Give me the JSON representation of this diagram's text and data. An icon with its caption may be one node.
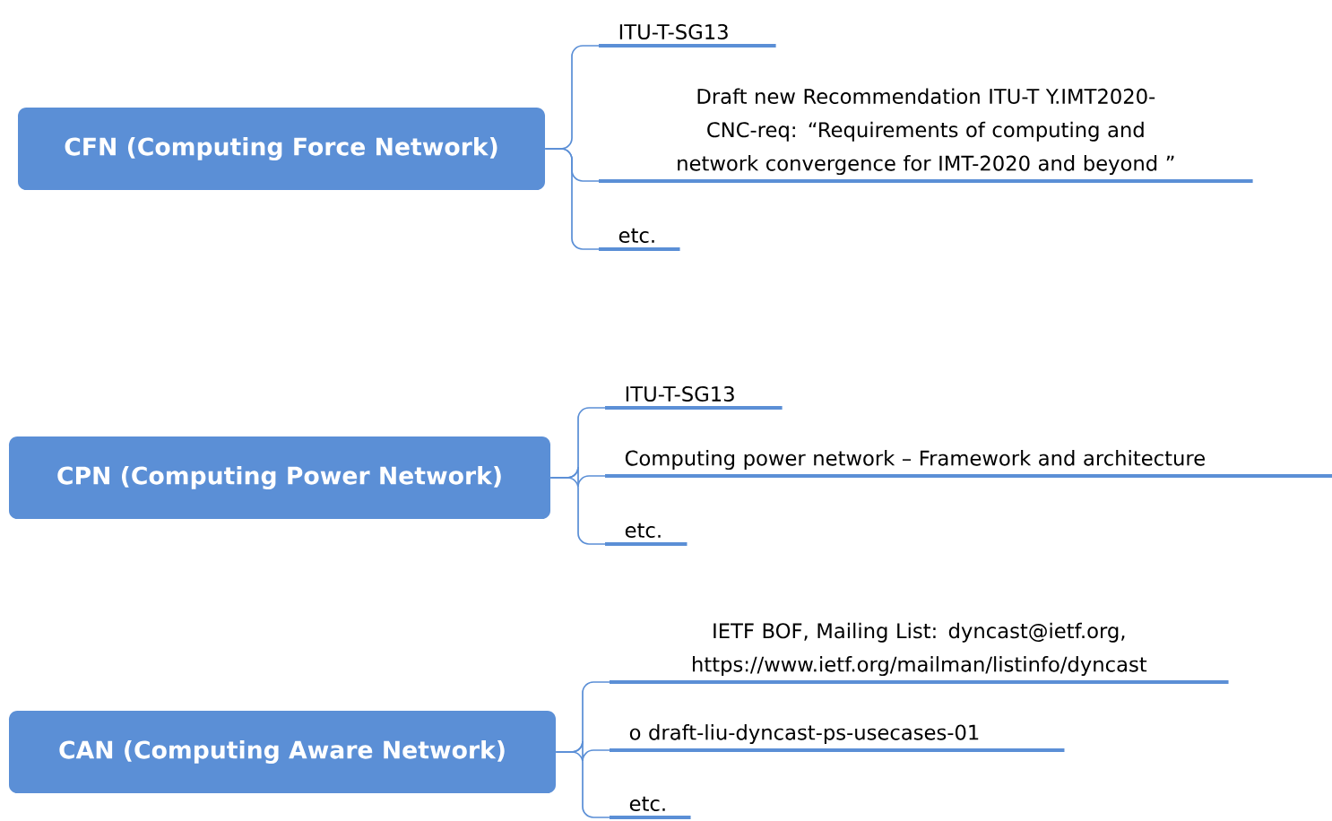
{
  "diagram": {
    "nodes": [
      {
        "text": [
          "CFN (Computing Force Network)"
        ]
      },
      {
        "text": [
          "ITU-T-SG13"
        ]
      },
      {
        "text": [
          "Draft new Recommendation ITU-T Y.IMT2020-CNC-req:  “Requirements of computing and network convergence for IMT-2020 and beyond ”"
        ]
      },
      {
        "text": [
          "etc."
        ]
      },
      {
        "text": [
          "CPN (Computing Power Network)"
        ]
      },
      {
        "text": [
          "ITU-T-SG13"
        ]
      },
      {
        "text": [
          "Computing power network – Framework and architecture"
        ]
      },
      {
        "text": [
          "etc."
        ]
      },
      {
        "text": [
          "CAN (Computing Aware Network)"
        ]
      },
      {
        "text": [
          "IETF BOF,  Mailing List: dyncast@ietf.org, https://www.ietf.org/mailman/listinfo/dyncast"
        ]
      },
      {
        "text": [
          "o draft-liu-dyncast-ps-usecases-01"
        ]
      },
      {
        "text": [
          "etc."
        ]
      }
    ],
    "edges": [
      {
        "from": 0,
        "to": 1,
        "arrow": "none"
      },
      {
        "from": 0,
        "to": 2,
        "arrow": "none"
      },
      {
        "from": 0,
        "to": 3,
        "arrow": "none"
      },
      {
        "from": 4,
        "to": 5,
        "arrow": "none"
      },
      {
        "from": 4,
        "to": 6,
        "arrow": "none"
      },
      {
        "from": 4,
        "to": 7,
        "arrow": "none"
      },
      {
        "from": 8,
        "to": 9,
        "arrow": "none"
      },
      {
        "from": 8,
        "to": 10,
        "arrow": "none"
      },
      {
        "from": 8,
        "to": 11,
        "arrow": "none"
      }
    ]
  }
}
